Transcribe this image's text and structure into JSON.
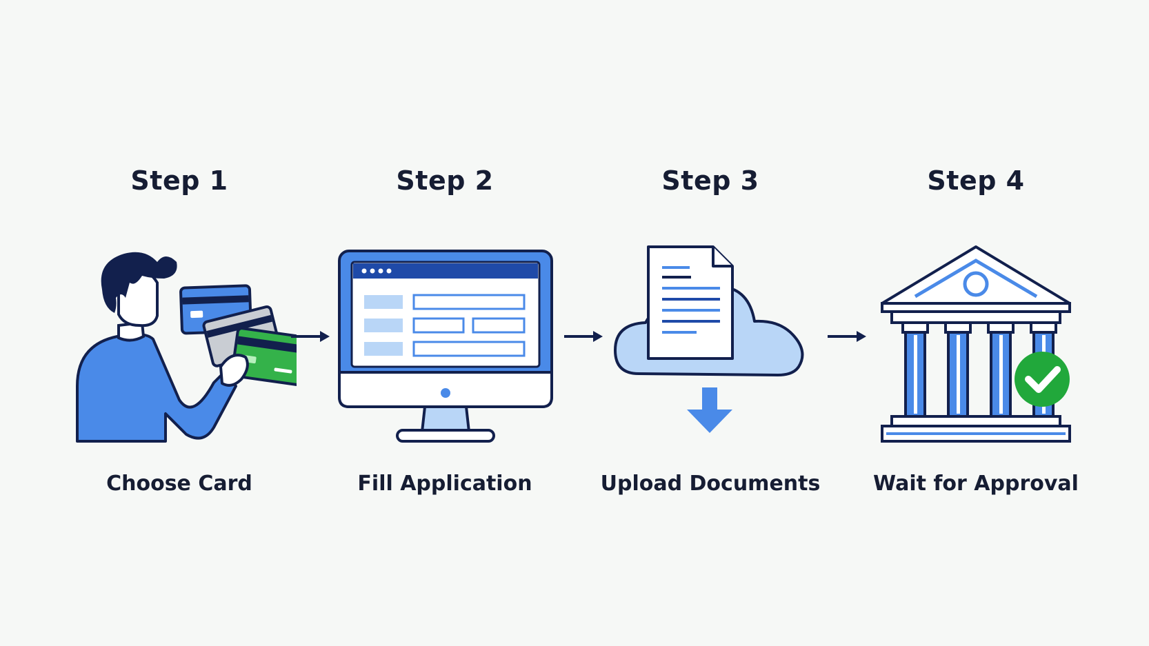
{
  "steps": [
    {
      "title": "Step 1",
      "caption": "Choose Card",
      "icon": "person-holding-cards-icon"
    },
    {
      "title": "Step 2",
      "caption": "Fill Application",
      "icon": "computer-form-icon"
    },
    {
      "title": "Step 3",
      "caption": "Upload Documents",
      "icon": "cloud-upload-document-icon"
    },
    {
      "title": "Step 4",
      "caption": "Wait for Approval",
      "icon": "bank-approved-icon"
    }
  ],
  "colors": {
    "outline": "#12204d",
    "primary_blue": "#4a8ae8",
    "light_blue": "#b9d6f7",
    "card_green": "#34b24a",
    "check_green": "#21a83b",
    "text": "#161d33"
  }
}
